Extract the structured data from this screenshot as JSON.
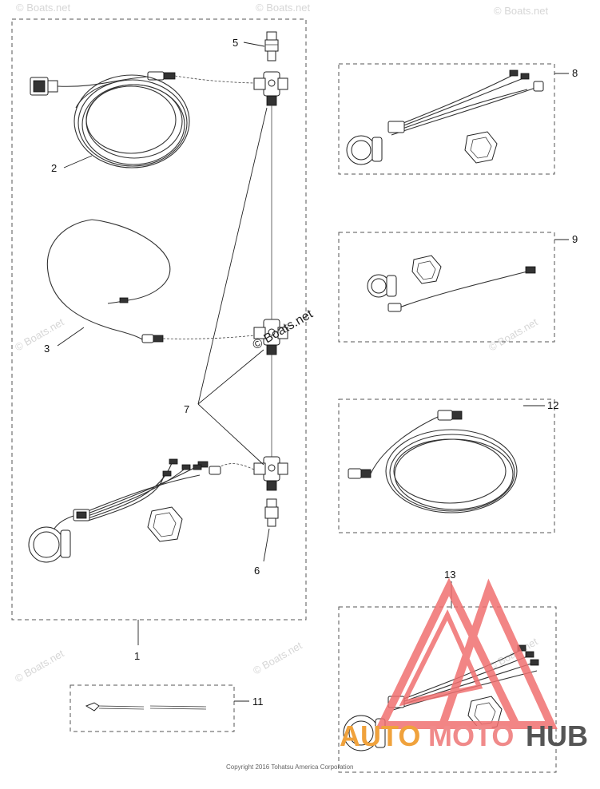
{
  "callouts": {
    "c1": "1",
    "c2": "2",
    "c3": "3",
    "c5": "5",
    "c6": "6",
    "c7": "7",
    "c8": "8",
    "c9": "9",
    "c11": "11",
    "c12": "12",
    "c13": "13"
  },
  "watermarks": {
    "boats": "© Boats.net",
    "boats_center": "© Boats.net"
  },
  "copyright": "Copyright 2016 Tohatsu America Corporation",
  "brand": {
    "part1": "AUTO",
    "part2": "MOTO",
    "part3": "HUB",
    "color1": "#f0a23c",
    "color2": "#f08a8a",
    "color3": "#555555",
    "logo_color": "#f07070"
  }
}
